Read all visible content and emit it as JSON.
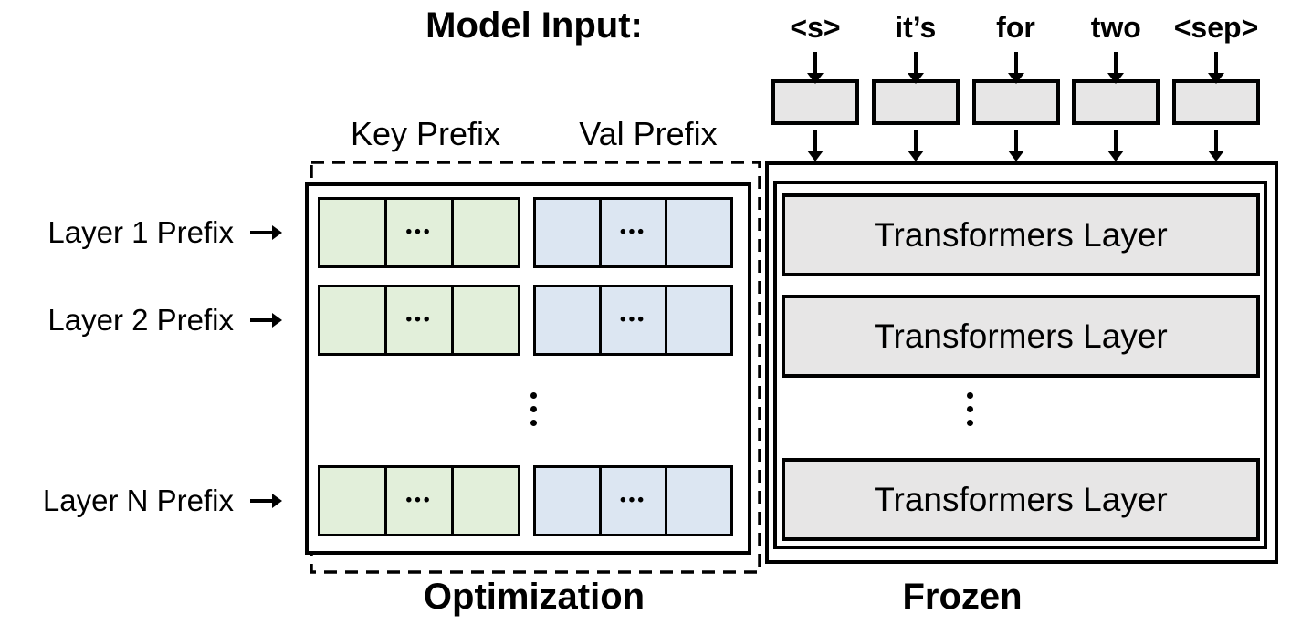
{
  "model_input_label": "Model Input:",
  "tokens": [
    "<s>",
    "it’s",
    "for",
    "two",
    "<sep>"
  ],
  "prefix_panel": {
    "key_header": "Key Prefix",
    "val_header": "Val Prefix",
    "row_labels": [
      "Layer 1 Prefix",
      "Layer 2 Prefix",
      "Layer N Prefix"
    ],
    "cell_ellipsis": "•••",
    "footer_label": "Optimization"
  },
  "frozen_panel": {
    "layers": [
      "Transformers Layer",
      "Transformers Layer",
      "Transformers Layer"
    ],
    "footer_label": "Frozen"
  },
  "colors": {
    "key_cell": "#e2efda",
    "val_cell": "#dce6f2",
    "gray_box": "#e7e6e6",
    "line": "#000000"
  }
}
